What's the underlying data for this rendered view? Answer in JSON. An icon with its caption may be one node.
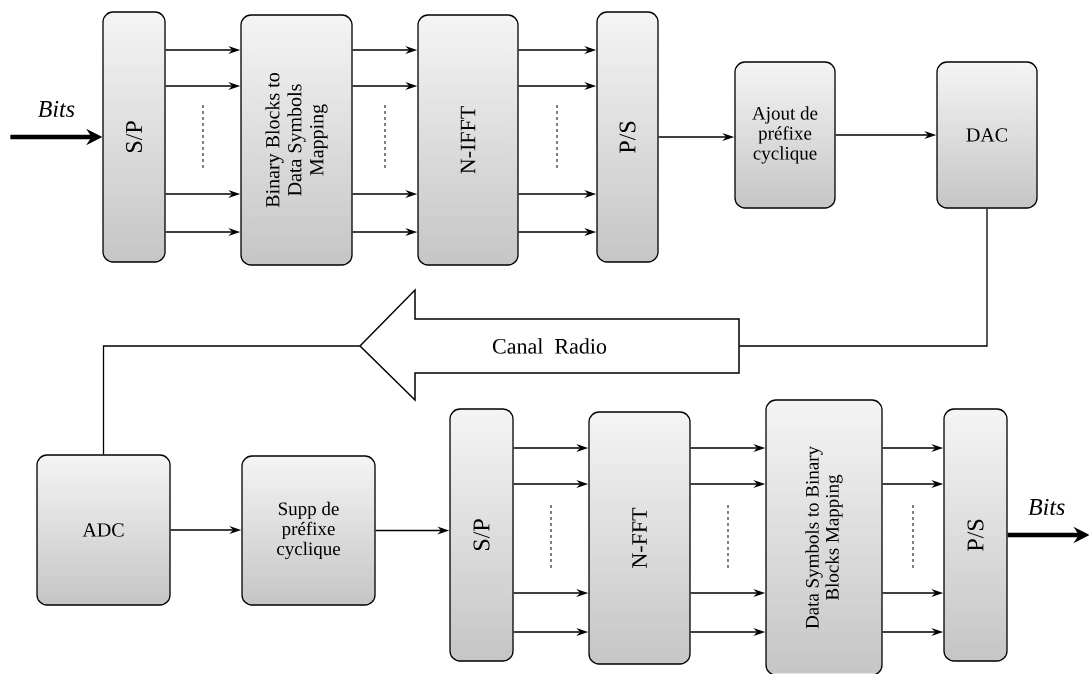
{
  "diagram": {
    "nodes": [
      {
        "text": [
          "S/P"
        ]
      },
      {
        "text": [
          "Binary Blocks to Data Symbols Mapping"
        ]
      },
      {
        "text": [
          "N-IFFT"
        ]
      },
      {
        "text": [
          "P/S"
        ]
      },
      {
        "text": [
          "Ajout de préfixe cyclique"
        ]
      },
      {
        "text": [
          "DAC"
        ]
      },
      {
        "text": [
          "Canal Radio"
        ]
      },
      {
        "text": [
          "ADC"
        ]
      },
      {
        "text": [
          "Supp de préfixe cyclique"
        ]
      },
      {
        "text": [
          "S/P"
        ]
      },
      {
        "text": [
          "N-FFT"
        ]
      },
      {
        "text": [
          "Data Symbols to Binary Blocks Mapping"
        ]
      },
      {
        "text": [
          "P/S"
        ]
      }
    ],
    "edges": [
      {
        "from": null,
        "to": 0,
        "arrow": "to",
        "style": "thick",
        "label": "Bits"
      },
      {
        "from": 0,
        "to": 1,
        "arrow": "to"
      },
      {
        "from": 0,
        "to": 1,
        "arrow": "to"
      },
      {
        "from": 0,
        "to": 1,
        "arrow": "to"
      },
      {
        "from": 0,
        "to": 1,
        "arrow": "to"
      },
      {
        "from": 1,
        "to": 2,
        "arrow": "to"
      },
      {
        "from": 1,
        "to": 2,
        "arrow": "to"
      },
      {
        "from": 1,
        "to": 2,
        "arrow": "to"
      },
      {
        "from": 1,
        "to": 2,
        "arrow": "to"
      },
      {
        "from": 2,
        "to": 3,
        "arrow": "to"
      },
      {
        "from": 2,
        "to": 3,
        "arrow": "to"
      },
      {
        "from": 2,
        "to": 3,
        "arrow": "to"
      },
      {
        "from": 2,
        "to": 3,
        "arrow": "to"
      },
      {
        "from": 3,
        "to": 4,
        "arrow": "to"
      },
      {
        "from": 4,
        "to": 5,
        "arrow": "to"
      },
      {
        "from": 5,
        "to": 6,
        "arrow": "none"
      },
      {
        "from": 6,
        "to": 7,
        "arrow": "none"
      },
      {
        "from": 7,
        "to": 8,
        "arrow": "to"
      },
      {
        "from": 8,
        "to": 9,
        "arrow": "to"
      },
      {
        "from": 9,
        "to": 10,
        "arrow": "to"
      },
      {
        "from": 9,
        "to": 10,
        "arrow": "to"
      },
      {
        "from": 9,
        "to": 10,
        "arrow": "to"
      },
      {
        "from": 9,
        "to": 10,
        "arrow": "to"
      },
      {
        "from": 10,
        "to": 11,
        "arrow": "to"
      },
      {
        "from": 10,
        "to": 11,
        "arrow": "to"
      },
      {
        "from": 10,
        "to": 11,
        "arrow": "to"
      },
      {
        "from": 10,
        "to": 11,
        "arrow": "to"
      },
      {
        "from": 11,
        "to": 12,
        "arrow": "to"
      },
      {
        "from": 11,
        "to": 12,
        "arrow": "to"
      },
      {
        "from": 11,
        "to": 12,
        "arrow": "to"
      },
      {
        "from": 11,
        "to": 12,
        "arrow": "to"
      },
      {
        "from": 12,
        "to": null,
        "arrow": "to",
        "style": "thick",
        "label": "Bits"
      }
    ]
  }
}
